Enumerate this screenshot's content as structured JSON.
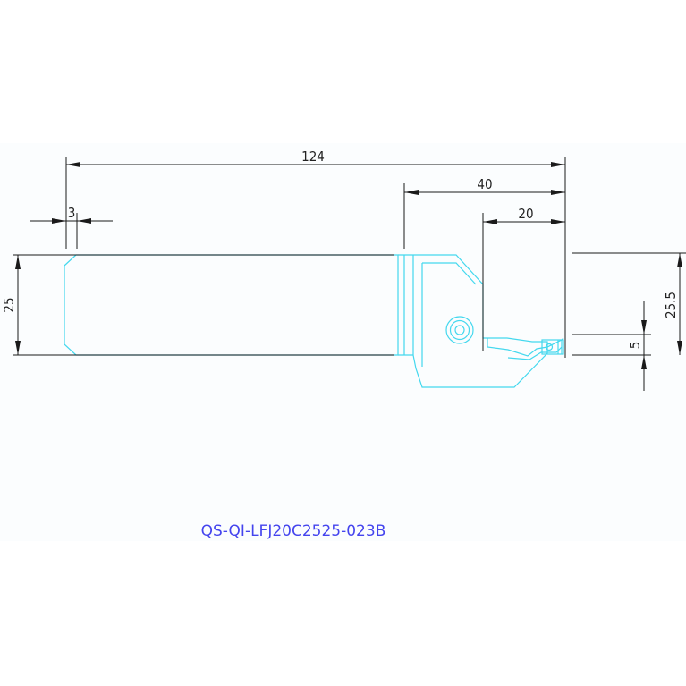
{
  "drawing": {
    "part_number": "QS-QI-LFJ20C2525-023B",
    "part_color": "#44d8ee",
    "dimension_color": "#1a1a1a",
    "label_color": "#4444ee",
    "dimensions": {
      "overall_length": "124",
      "head_length": "40",
      "insert_length": "20",
      "chamfer": "3",
      "shank_height": "25",
      "overall_height": "25.5",
      "cut_width": "5"
    }
  }
}
